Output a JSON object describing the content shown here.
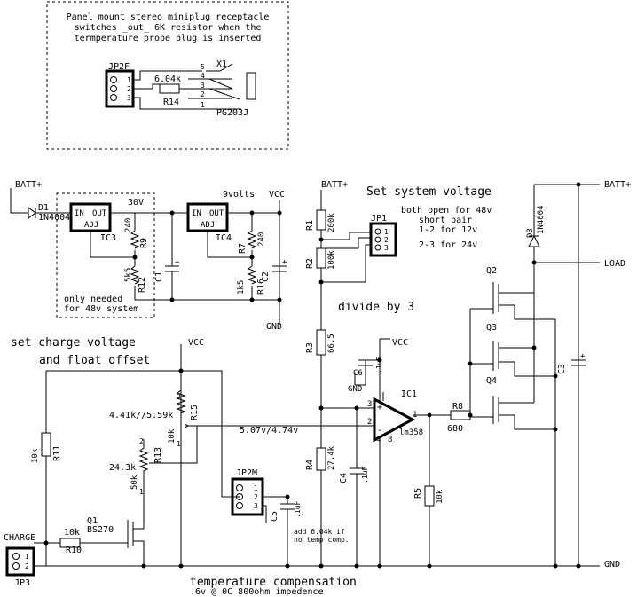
{
  "note": {
    "line1": "Panel mount stereo miniplug receptacle",
    "line2": "switches _out_ 6K resistor when the",
    "line3": "termperature probe plug is inserted"
  },
  "inset": {
    "jp2f": "JP2F",
    "x1": "X1",
    "r_value": "6.04k",
    "r_name": "R14",
    "jack": "PG203J",
    "pins": [
      "5",
      "4",
      "3",
      "2",
      "1"
    ],
    "hdr_pins": [
      "1",
      "2",
      "3"
    ]
  },
  "supply": {
    "batt_in": "BATT+",
    "d1": "D1",
    "d1_part": "1N4004",
    "in": "IN",
    "out": "OUT",
    "adj": "ADJ",
    "ic3": "IC3",
    "ic4": "IC4",
    "v30": "30V",
    "v9": "9volts",
    "vcc": "VCC",
    "r9": "R9",
    "r9_val": "240",
    "r12": "R12",
    "r12_val": "5k5",
    "c1": "C1",
    "r7": "R7",
    "r7_val": "240",
    "r16": "R16",
    "r16_val": "1k5",
    "c2": "C2",
    "gnd": "GND",
    "only1": "only needed",
    "only2": "for 48v system"
  },
  "divider": {
    "batt": "BATT+",
    "r1": "R1",
    "r1_val": "200k",
    "r2": "R2",
    "r2_val": "100k",
    "r3": "R3",
    "r3_val": "66.5",
    "r4": "R4",
    "r4_val": "27.4k",
    "jp1": "JP1",
    "set_sys": "Set system voltage",
    "jp_l1": "both open for 48v",
    "jp_l2": "short pair",
    "jp_l3": "1-2 for 12v",
    "jp_l4": "2-3 for 24v",
    "div3": "divide by 3"
  },
  "opamp": {
    "vcc": "VCC",
    "c6": "C6",
    "c6_val": ".1uF",
    "gnd": "GND",
    "ic1": "IC1",
    "ic1_part": "lm358",
    "pin3": "3",
    "pin2": "2",
    "pin1": "1",
    "pin4": "4",
    "pin8": "8",
    "r8": "R8",
    "r8_val": "680",
    "r5": "R5",
    "r5_val": "10k",
    "c4": "C4",
    "c4_val": ".1uF",
    "ref": "5.07v/4.74v"
  },
  "output": {
    "batt": "BATT+",
    "load": "LOAD",
    "gnd": "GND",
    "d3": "D3",
    "d3_part": "1N4004",
    "q2": "Q2",
    "q3": "Q3",
    "q4": "Q4",
    "c3": "C3"
  },
  "charge": {
    "title1": "set charge voltage",
    "title2": "and float offset",
    "vcc": "VCC",
    "r15_val": "4.41k//5.59k",
    "r15": "R15",
    "r15_r": "10k",
    "r13_val": "24.3k",
    "r13": "R13",
    "r13_r": "50k",
    "r11": "R11",
    "r11_val": "10k",
    "q1": "Q1",
    "q1_part": "BS270",
    "r10": "R10",
    "r10_val": "10k",
    "charge": "CHARGE",
    "jp3": "JP3",
    "jp2m": "JP2M",
    "c5": "C5",
    "c5_val": ".1uF",
    "add1": "add 6.04k if",
    "add2": "no temp comp.",
    "temp1": "temperature compensation",
    "temp2": ".6v @ 0C  800ohm impedence"
  }
}
